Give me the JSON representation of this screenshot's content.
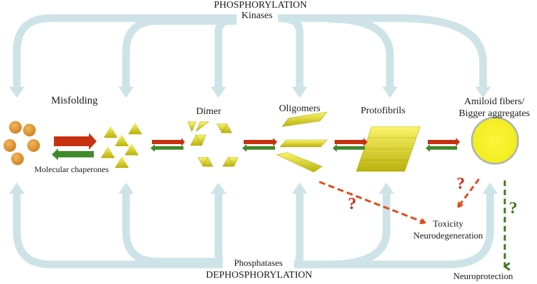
{
  "top": {
    "process": "PHOSPHORYLATION",
    "enzyme": "Kinases"
  },
  "bottom": {
    "enzyme": "Phosphatases",
    "process": "DEPHOSPHORYLATION"
  },
  "stages": {
    "misfolding": "Misfolding",
    "dimer": "Dimer",
    "oligomers": "Oligomers",
    "protofibrils": "Protofibrils",
    "fibers_line1": "Amiloid fibers/",
    "fibers_line2": "Bigger aggregates"
  },
  "chaperones": "Molecular chaperones",
  "outcomes": {
    "toxicity_line1": "Toxicity",
    "toxicity_line2": "Neurodegeneration",
    "neuroprotection": "Neuroprotection"
  },
  "uncertainty_mark": "?",
  "colors": {
    "regulation_arrow": "#cde3e8",
    "forward_arrow": "#c8300f",
    "reverse_arrow": "#3f8a2a",
    "toxic_dashed": "#e04a1a",
    "protective_dashed": "#3d7a22",
    "monomer": "#e09a3a",
    "aggregate": "#f2ee20",
    "aggregate_ring": "#a9b3b5"
  }
}
